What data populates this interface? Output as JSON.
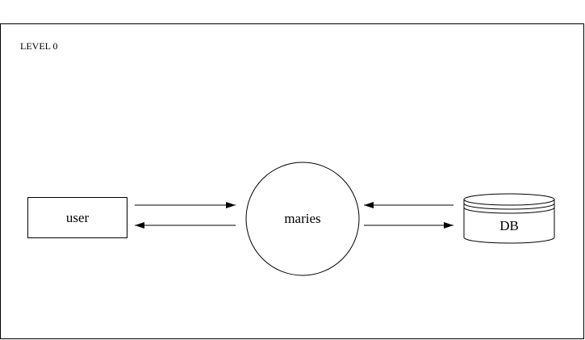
{
  "diagram": {
    "level_label": "LEVEL 0",
    "entities": {
      "user": {
        "label": "user",
        "shape": "rectangle"
      },
      "process": {
        "label": "maries",
        "shape": "circle"
      },
      "store": {
        "label": "DB",
        "shape": "cylinder"
      }
    },
    "flows": [
      {
        "from": "user",
        "to": "maries"
      },
      {
        "from": "maries",
        "to": "user"
      },
      {
        "from": "DB",
        "to": "maries"
      },
      {
        "from": "maries",
        "to": "DB"
      }
    ],
    "colors": {
      "stroke": "#000000",
      "background": "#ffffff"
    }
  }
}
